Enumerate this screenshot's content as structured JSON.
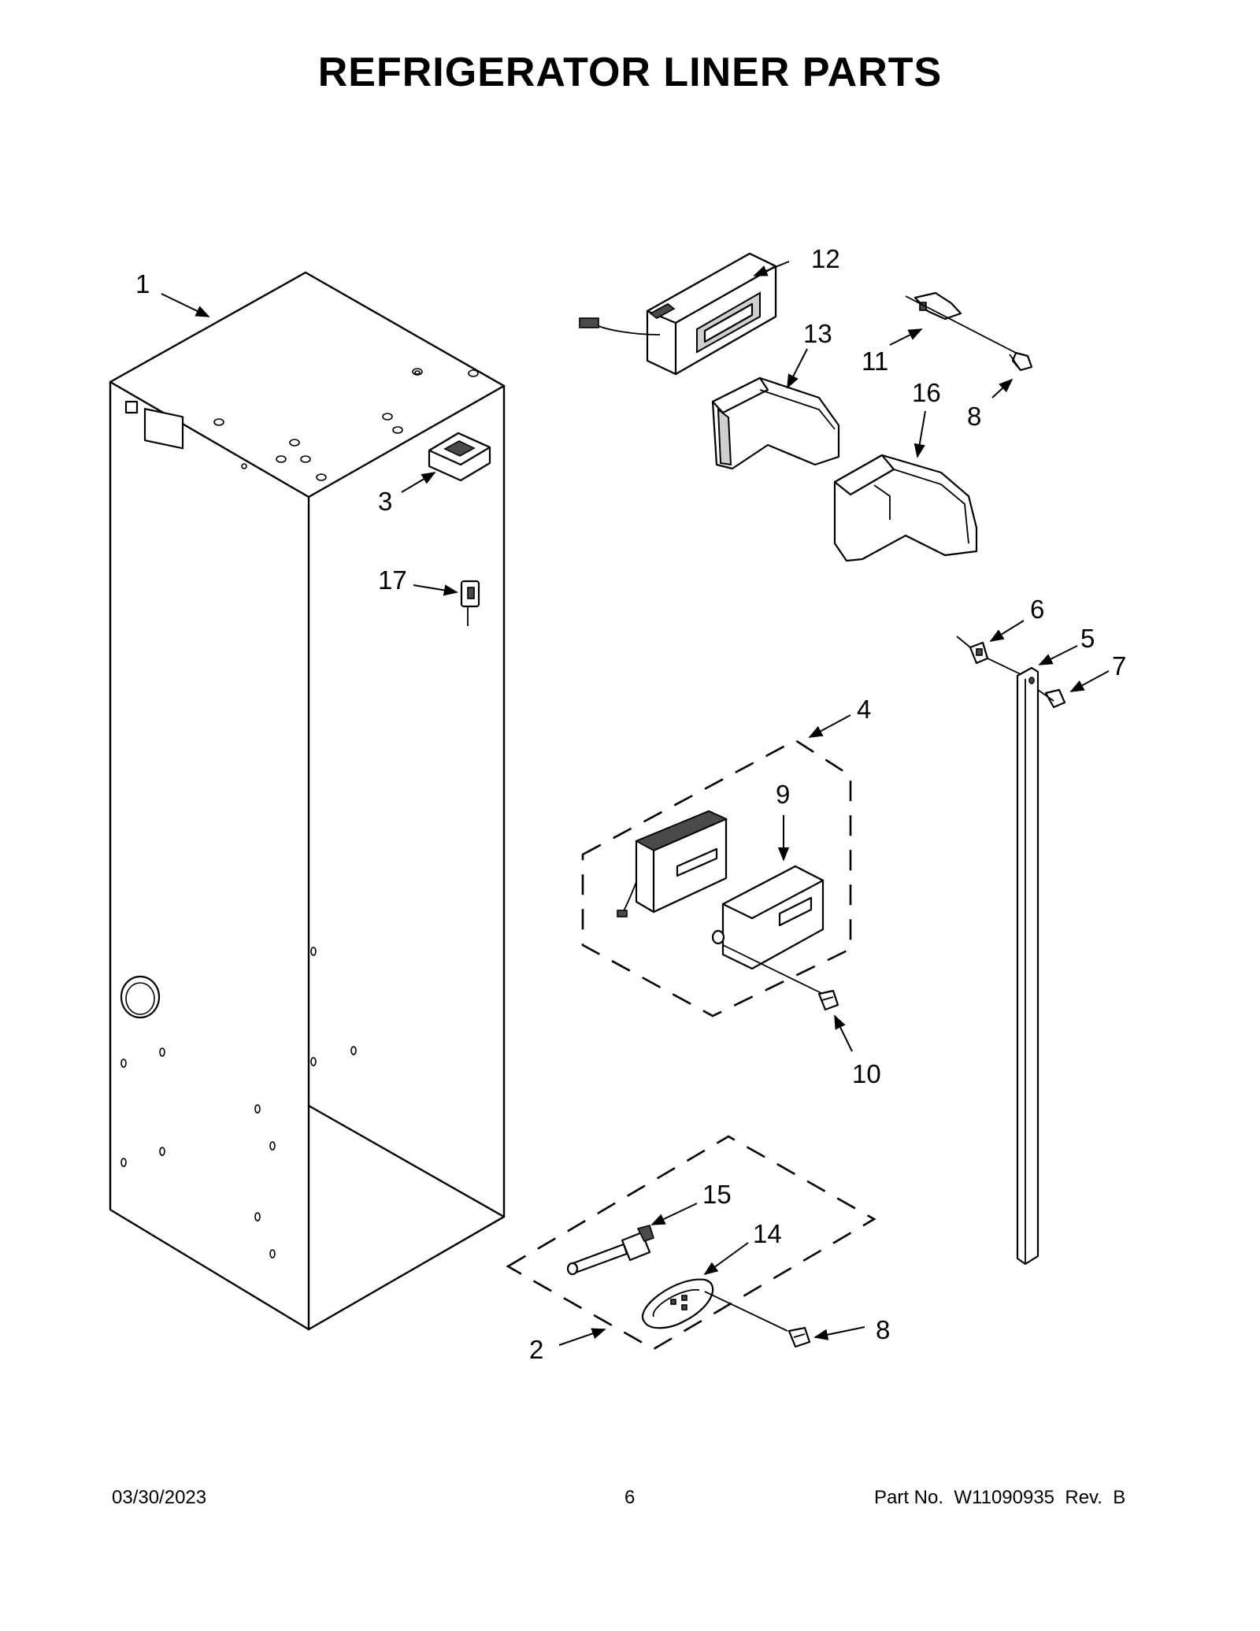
{
  "page": {
    "title": "REFRIGERATOR LINER PARTS"
  },
  "callouts": [
    {
      "id": "c1",
      "label": "1"
    },
    {
      "id": "c2",
      "label": "2"
    },
    {
      "id": "c3",
      "label": "3"
    },
    {
      "id": "c4",
      "label": "4"
    },
    {
      "id": "c5",
      "label": "5"
    },
    {
      "id": "c6",
      "label": "6"
    },
    {
      "id": "c7",
      "label": "7"
    },
    {
      "id": "c8a",
      "label": "8"
    },
    {
      "id": "c8b",
      "label": "8"
    },
    {
      "id": "c9",
      "label": "9"
    },
    {
      "id": "c10",
      "label": "10"
    },
    {
      "id": "c11",
      "label": "11"
    },
    {
      "id": "c12",
      "label": "12"
    },
    {
      "id": "c13",
      "label": "13"
    },
    {
      "id": "c14",
      "label": "14"
    },
    {
      "id": "c15",
      "label": "15"
    },
    {
      "id": "c16",
      "label": "16"
    },
    {
      "id": "c17",
      "label": "17"
    }
  ],
  "footer": {
    "date": "03/30/2023",
    "page_number": "6",
    "part_label": "Part No.",
    "part_number": "W11090935",
    "rev_label": "Rev.",
    "revision": "B"
  }
}
